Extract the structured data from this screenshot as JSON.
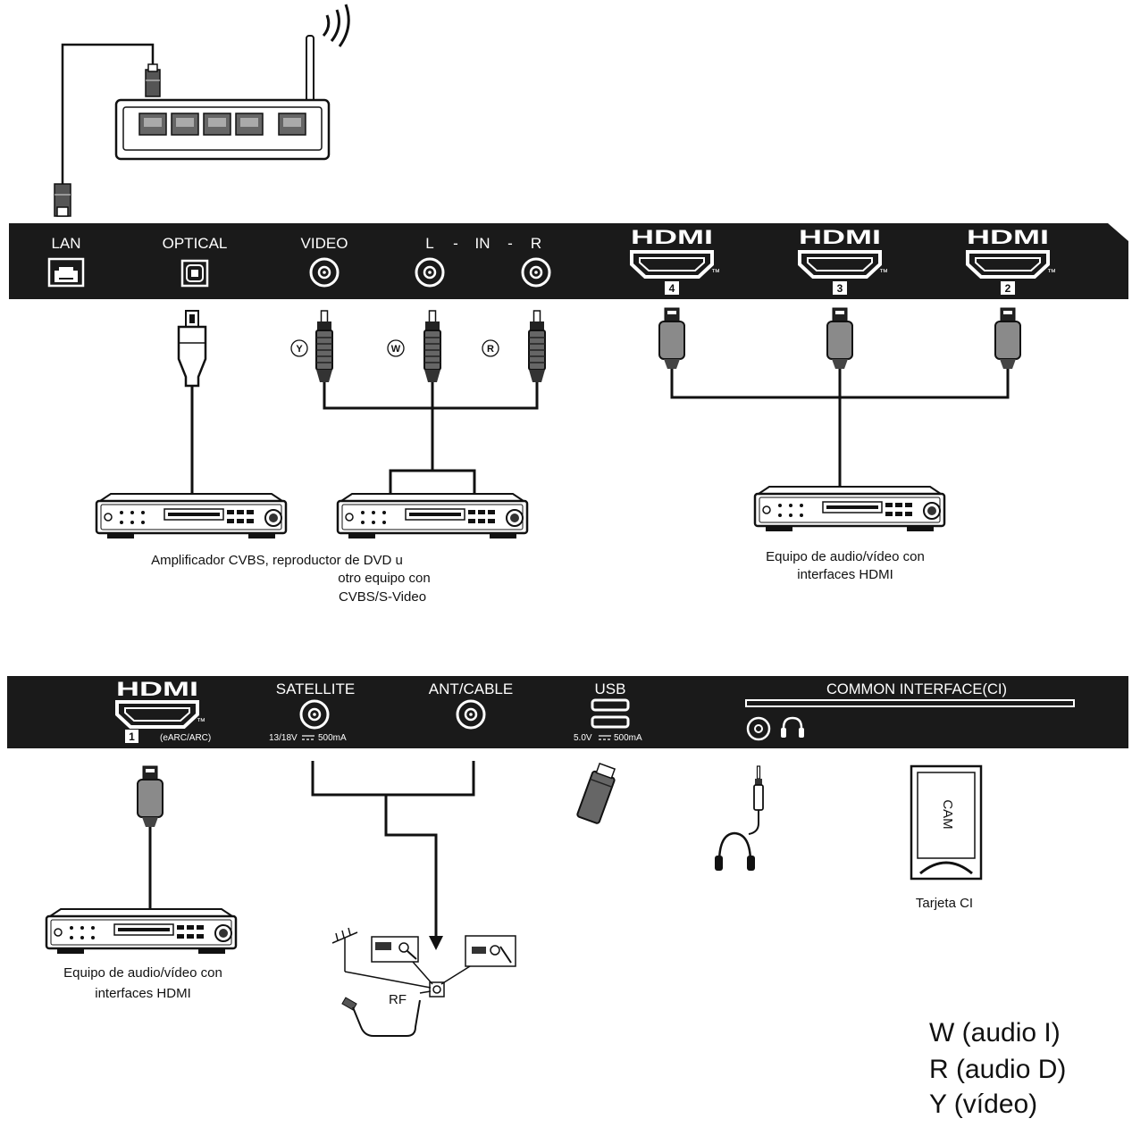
{
  "top_panel": {
    "lan": "LAN",
    "optical": "OPTICAL",
    "video": "VIDEO",
    "l": "L",
    "dash": "-",
    "in": "IN",
    "r": "R",
    "hdmi_logo": "HDMI",
    "tm": "™",
    "hdmi_ports": [
      "4",
      "3",
      "2"
    ]
  },
  "cable_labels": {
    "y": "Y",
    "w": "W",
    "r": "R"
  },
  "bottom_panel": {
    "hdmi_logo": "HDMI",
    "tm": "™",
    "hdmi_port": "1",
    "earc": "(eARC/ARC)",
    "satellite": "SATELLITE",
    "satellite_voltage": "13/18V",
    "satellite_current": "500mA",
    "ant_cable": "ANT/CABLE",
    "usb": "USB",
    "usb_voltage": "5.0V",
    "usb_current": "500mA",
    "ci": "COMMON INTERFACE(CI)"
  },
  "captions": {
    "cvbs": [
      "Amplificador CVBS, reproductor de DVD u",
      "otro equipo con",
      "CVBS/S-Video"
    ],
    "hdmi_top": [
      "Equipo de audio/vídeo con",
      "interfaces HDMI"
    ],
    "hdmi_bottom": [
      "Equipo de audio/vídeo con",
      "interfaces HDMI"
    ],
    "rf": "RF",
    "cam": "CAM",
    "ci_card": "Tarjeta CI"
  },
  "legend": [
    "W (audio I)",
    "R (audio D)",
    "Y (vídeo)"
  ]
}
